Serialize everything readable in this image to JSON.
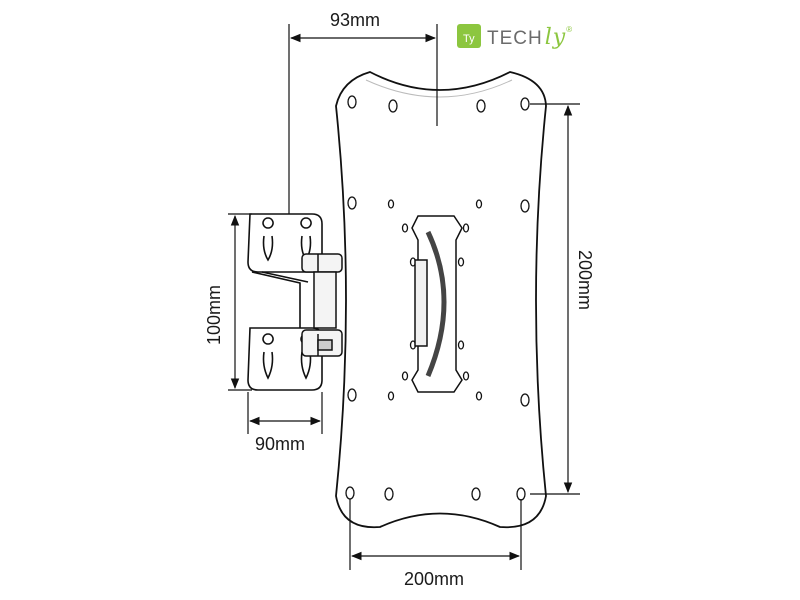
{
  "brand": {
    "badge_text": "Ty",
    "name_main": "TECH",
    "name_accent": "ly",
    "registered": "®",
    "accent_color": "#8cc63f",
    "text_color": "#6b6b6b"
  },
  "dimensions": {
    "arm_offset": "93mm",
    "wall_plate_height": "100mm",
    "wall_plate_width": "90mm",
    "vesa_vertical": "200mm",
    "vesa_horizontal": "200mm"
  },
  "line_color": "#111111"
}
